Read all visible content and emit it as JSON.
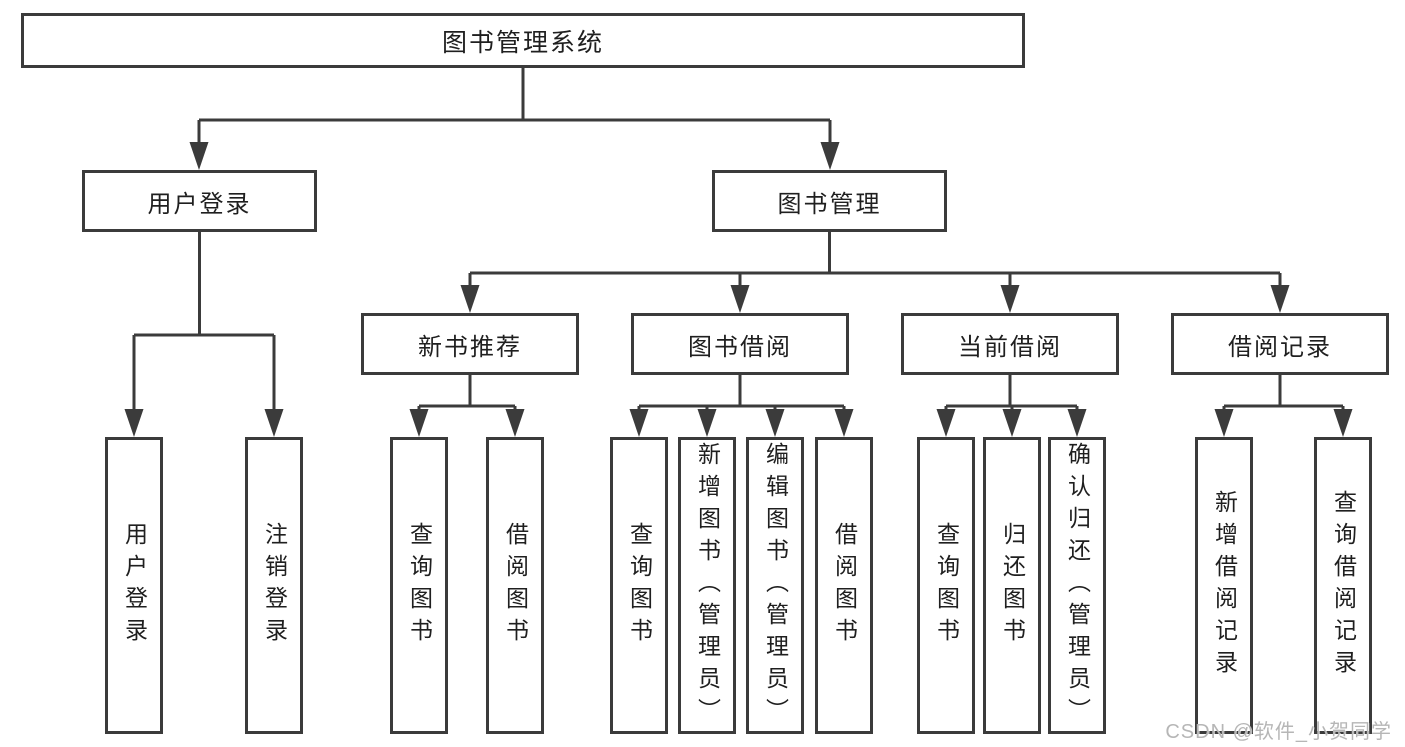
{
  "diagram": {
    "root_label": "图书管理系统",
    "login": {
      "label": "用户登录",
      "children": [
        "用户登录",
        "注销登录"
      ]
    },
    "management": {
      "label": "图书管理"
    },
    "sections": [
      {
        "label": "新书推荐",
        "children": [
          "查询图书",
          "借阅图书"
        ]
      },
      {
        "label": "图书借阅",
        "children": [
          "查询图书",
          "新增图书（管理员）",
          "编辑图书（管理员）",
          "借阅图书"
        ]
      },
      {
        "label": "当前借阅",
        "children": [
          "查询图书",
          "归还图书",
          "确认归还（管理员）"
        ]
      },
      {
        "label": "借阅记录",
        "children": [
          "新增借阅记录",
          "查询借阅记录"
        ]
      }
    ]
  },
  "watermark": {
    "text": "CSDN @软件_小贺同学"
  },
  "colors": {
    "line": "#3b3b3b",
    "text": "#1f1f1f",
    "background": "#ffffff",
    "watermark": "#b6b6b6"
  }
}
